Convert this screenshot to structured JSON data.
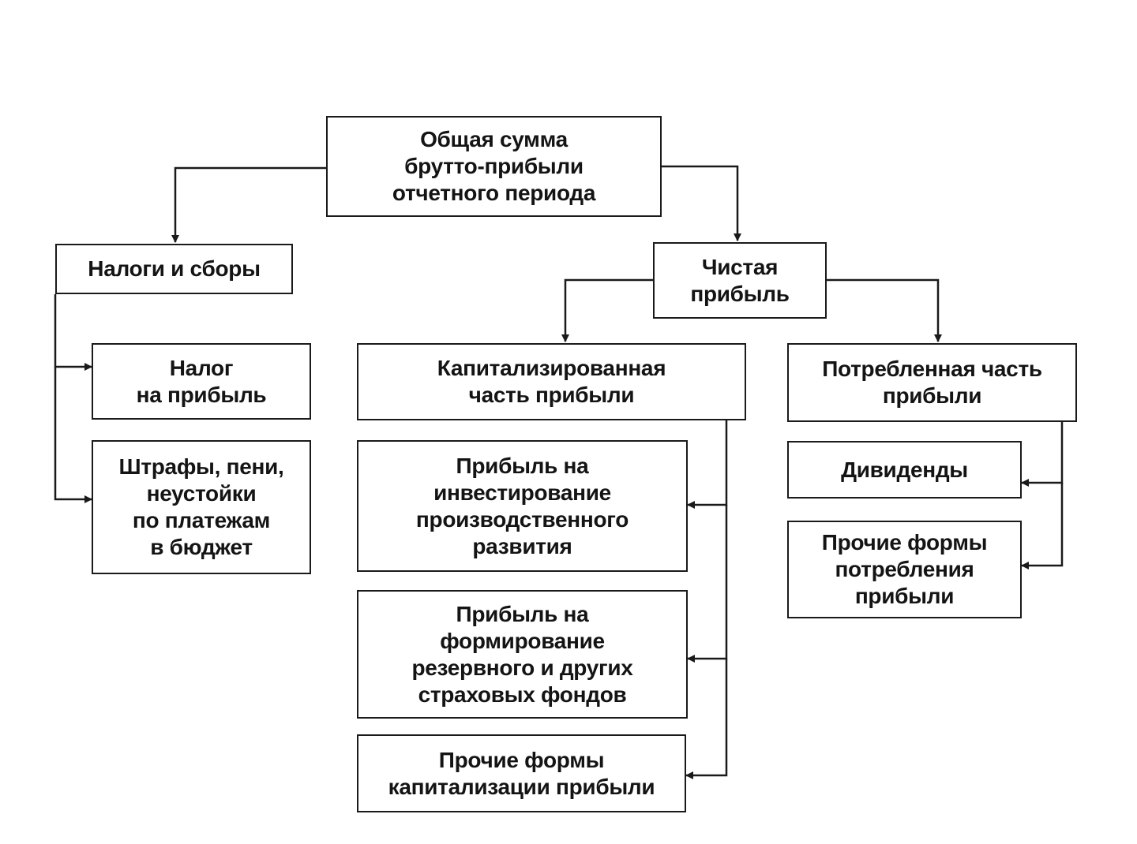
{
  "diagram": {
    "root": "Общая сумма\nбрутто-прибыли\nотчетного периода",
    "taxes": {
      "title": "Налоги и сборы",
      "items": [
        "Налог\nна прибыль",
        "Штрафы, пени,\nнеустойки\nпо платежам\nв бюджет"
      ]
    },
    "net_profit": "Чистая\nприбыль",
    "capitalized": {
      "title": "Капитализированная\nчасть прибыли",
      "items": [
        "Прибыль на\nинвестирование\nпроизводственного\nразвития",
        "Прибыль на\nформирование\nрезервного и других\nстраховых фондов",
        "Прочие формы\nкапитализации прибыли"
      ]
    },
    "consumed": {
      "title": "Потребленная часть\nприбыли",
      "items": [
        "Дивиденды",
        "Прочие формы\nпотребления\nприбыли"
      ]
    }
  }
}
